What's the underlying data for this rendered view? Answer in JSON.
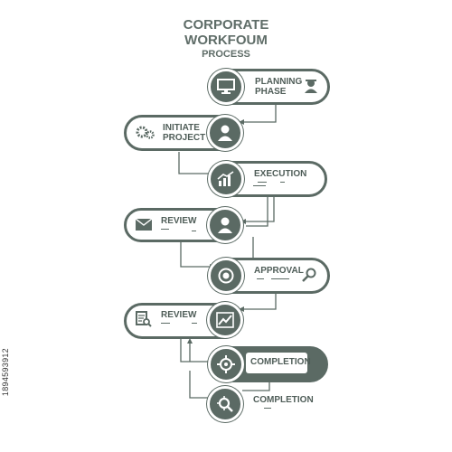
{
  "title": {
    "line1": "CORPORATE",
    "line2": "WORKFOUM",
    "line3": "PROCESS"
  },
  "steps": [
    {
      "label": "PLANNING\nPHASE",
      "icon": "monitor-icon",
      "side_icon": "manager-icon"
    },
    {
      "label": "INITIATE\nPROJECT",
      "icon": "person-icon",
      "side_icon": "gears-icon"
    },
    {
      "label": "EXECUTION",
      "icon": "bar-chart-icon"
    },
    {
      "label": "REVIEW",
      "icon": "person-icon",
      "side_icon": "envelope-icon"
    },
    {
      "label": "APPROVAL",
      "icon": "target-icon",
      "side_icon": "search-icon"
    },
    {
      "label": "REVIEW",
      "icon": "trend-chart-icon",
      "side_icon": "document-search-icon"
    },
    {
      "label": "COMPLETION",
      "icon": "crosshair-icon"
    },
    {
      "label": "COMPLETION",
      "icon": "magnifier-icon"
    }
  ],
  "stock_id": "1894593912",
  "colors": {
    "primary": "#5b6a64",
    "background": "#ffffff",
    "text": "#4f5d58"
  }
}
